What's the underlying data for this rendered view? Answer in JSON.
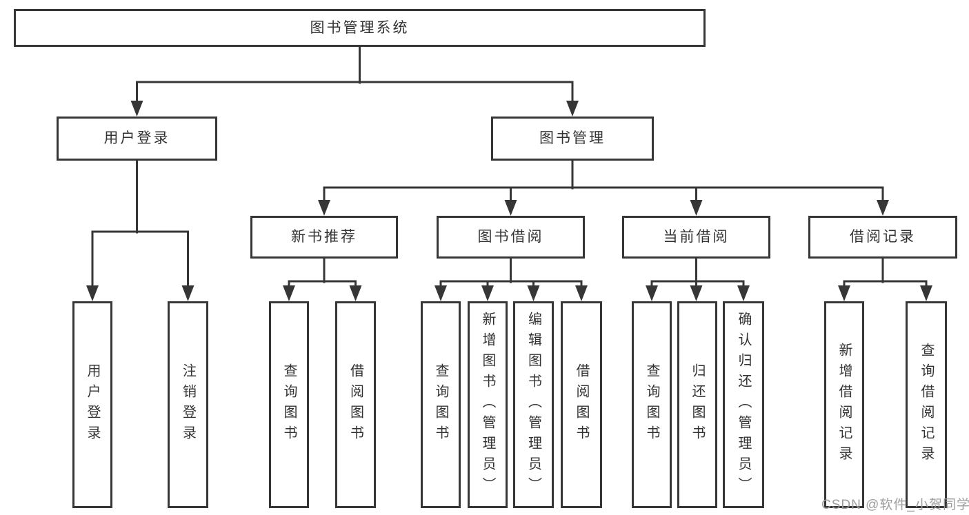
{
  "diagram": {
    "tree": {
      "label": "图书管理系统",
      "children": [
        {
          "label": "用户登录",
          "children": [
            {
              "label": "用户登录"
            },
            {
              "label": "注销登录"
            }
          ]
        },
        {
          "label": "图书管理",
          "children": [
            {
              "label": "新书推荐",
              "children": [
                {
                  "label": "查询图书"
                },
                {
                  "label": "借阅图书"
                }
              ]
            },
            {
              "label": "图书借阅",
              "children": [
                {
                  "label": "查询图书"
                },
                {
                  "label": "新增图书（管理员）"
                },
                {
                  "label": "编辑图书（管理员）"
                },
                {
                  "label": "借阅图书"
                }
              ]
            },
            {
              "label": "当前借阅",
              "children": [
                {
                  "label": "查询图书"
                },
                {
                  "label": "归还图书"
                },
                {
                  "label": "确认归还（管理员）"
                }
              ]
            },
            {
              "label": "借阅记录",
              "children": [
                {
                  "label": "新增借阅记录"
                },
                {
                  "label": "查询借阅记录"
                }
              ]
            }
          ]
        }
      ]
    },
    "colors": {
      "line": "#363636",
      "box_border": "#363636",
      "box_bg": "#ffffff",
      "text": "#333333",
      "watermark": "#9d9d9d",
      "background": "#ffffff"
    }
  },
  "watermark": {
    "text": "CSDN @软件_小贺同学"
  }
}
